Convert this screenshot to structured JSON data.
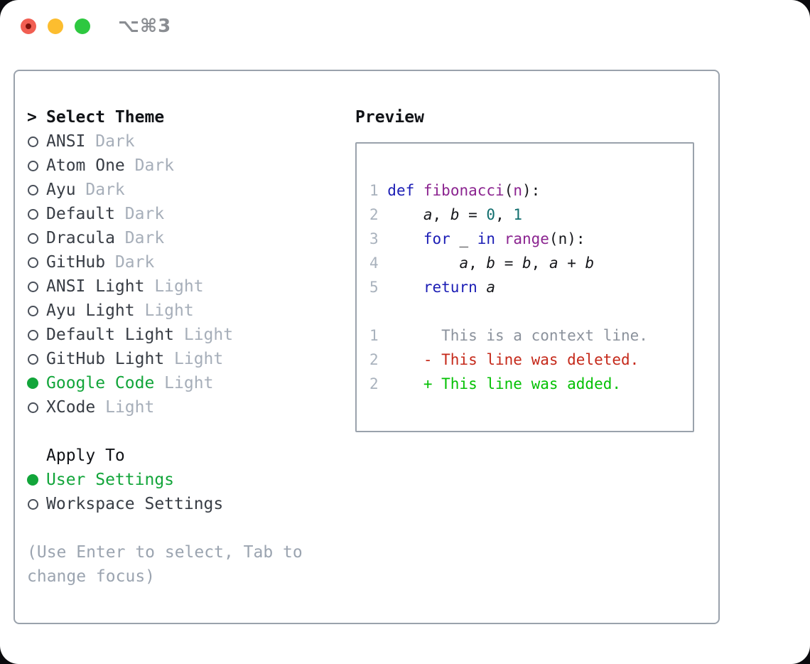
{
  "window": {
    "shortcut": "⌥⌘3",
    "controls": [
      {
        "name": "close-button",
        "color": "#f15e52",
        "has_inner_dot": true
      },
      {
        "name": "minimize-button",
        "color": "#fcbd2f",
        "has_inner_dot": false
      },
      {
        "name": "zoom-button",
        "color": "#2ec840",
        "has_inner_dot": false
      }
    ]
  },
  "theme_picker": {
    "prompt": ">",
    "title": "Select Theme",
    "items": [
      {
        "name": "ANSI",
        "variant": "Dark",
        "selected": false
      },
      {
        "name": "Atom One",
        "variant": "Dark",
        "selected": false
      },
      {
        "name": "Ayu",
        "variant": "Dark",
        "selected": false
      },
      {
        "name": "Default",
        "variant": "Dark",
        "selected": false
      },
      {
        "name": "Dracula",
        "variant": "Dark",
        "selected": false
      },
      {
        "name": "GitHub",
        "variant": "Dark",
        "selected": false
      },
      {
        "name": "ANSI Light",
        "variant": "Light",
        "selected": false
      },
      {
        "name": "Ayu Light",
        "variant": "Light",
        "selected": false
      },
      {
        "name": "Default Light",
        "variant": "Light",
        "selected": false
      },
      {
        "name": "GitHub Light",
        "variant": "Light",
        "selected": false
      },
      {
        "name": "Google Code",
        "variant": "Light",
        "selected": true
      },
      {
        "name": "XCode",
        "variant": "Light",
        "selected": false
      }
    ],
    "apply_to": {
      "title": "Apply To",
      "options": [
        {
          "label": "User Settings",
          "selected": true
        },
        {
          "label": "Workspace Settings",
          "selected": false
        }
      ]
    },
    "hint": "(Use Enter to select, Tab to change focus)"
  },
  "preview": {
    "title": "Preview",
    "code_lines": [
      {
        "num": "1",
        "tokens": [
          [
            "kw",
            "def"
          ],
          [
            "pl",
            " "
          ],
          [
            "fn",
            "fibonacci"
          ],
          [
            "pl",
            "("
          ],
          [
            "fn",
            "n"
          ],
          [
            "pl",
            "):"
          ]
        ]
      },
      {
        "num": "2",
        "tokens": [
          [
            "pl",
            "    "
          ],
          [
            "va",
            "a"
          ],
          [
            "pl",
            ", "
          ],
          [
            "va",
            "b"
          ],
          [
            "pl",
            " = "
          ],
          [
            "nu",
            "0"
          ],
          [
            "pl",
            ", "
          ],
          [
            "nu",
            "1"
          ]
        ]
      },
      {
        "num": "3",
        "tokens": [
          [
            "pl",
            "    "
          ],
          [
            "kw",
            "for"
          ],
          [
            "pl",
            " _ "
          ],
          [
            "kw",
            "in"
          ],
          [
            "pl",
            " "
          ],
          [
            "fn",
            "range"
          ],
          [
            "pl",
            "(n):"
          ]
        ]
      },
      {
        "num": "4",
        "tokens": [
          [
            "pl",
            "        "
          ],
          [
            "va",
            "a"
          ],
          [
            "pl",
            ", "
          ],
          [
            "va",
            "b"
          ],
          [
            "pl",
            " = "
          ],
          [
            "va",
            "b"
          ],
          [
            "pl",
            ", "
          ],
          [
            "va",
            "a"
          ],
          [
            "pl",
            " + "
          ],
          [
            "va",
            "b"
          ]
        ]
      },
      {
        "num": "5",
        "tokens": [
          [
            "pl",
            "    "
          ],
          [
            "kw",
            "return"
          ],
          [
            "pl",
            " "
          ],
          [
            "va",
            "a"
          ]
        ]
      }
    ],
    "diff_lines": [
      {
        "num": "1",
        "marker": " ",
        "text": "This is a context line.",
        "kind": "context"
      },
      {
        "num": "2",
        "marker": "-",
        "text": "This line was deleted.",
        "kind": "deleted"
      },
      {
        "num": "2",
        "marker": "+",
        "text": "This line was added.",
        "kind": "added"
      }
    ]
  },
  "colors": {
    "selected_green": "#12a53a",
    "added_green": "#04c104",
    "deleted_red": "#c5291a",
    "keyword_blue": "#1b1db5",
    "function_purple": "#8b2490",
    "number_teal": "#116e6e",
    "context_gray": "#8b929c",
    "line_number_gray": "#a9b2bd",
    "muted_gray": "#a6aeb9",
    "hint_gray": "#9ba4b0",
    "text_dark": "#383d45",
    "title_black": "#111317",
    "border_gray": "#9aa2ac",
    "shortcut_gray": "#8a8d92",
    "traffic_red_dot": "#7d120c"
  }
}
